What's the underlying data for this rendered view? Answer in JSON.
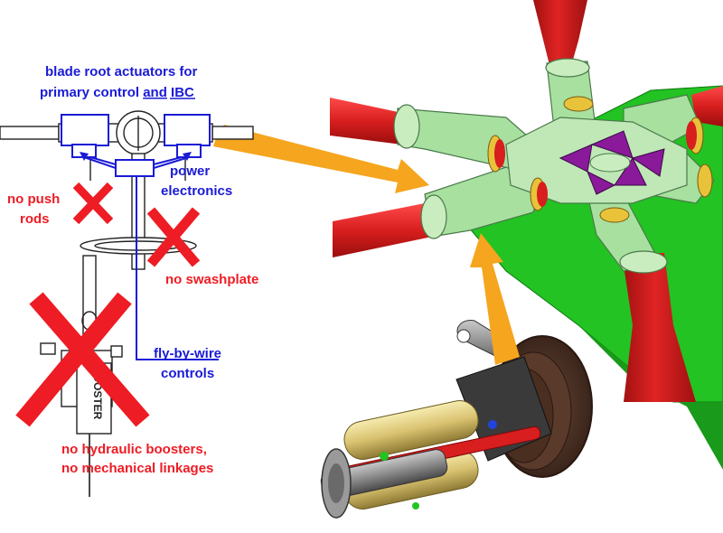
{
  "labels": {
    "actuators_line1": "blade root actuators for",
    "actuators_line2_pre": "primary  control ",
    "actuators_line2_and": "and",
    "actuators_line2_post": " IBC",
    "power_line1": "power",
    "power_line2": "electronics",
    "no_push_line1": "no push",
    "no_push_line2": "rods",
    "no_swashplate": "no swashplate",
    "fbw_line1": "fly-by-wire",
    "fbw_line2": "controls",
    "no_hyd_line1": "no hydraulic boosters,",
    "no_hyd_line2": "no mechanical linkages",
    "booster": "BOOSTER"
  },
  "colors": {
    "blue": "#1a1ad6",
    "red": "#ee1c24",
    "orange": "#f5a51e",
    "blade_red": "#d81e1e",
    "hub_green": "#a8e0a0",
    "purple": "#8a1a9a",
    "fairing_green": "#22c322"
  }
}
